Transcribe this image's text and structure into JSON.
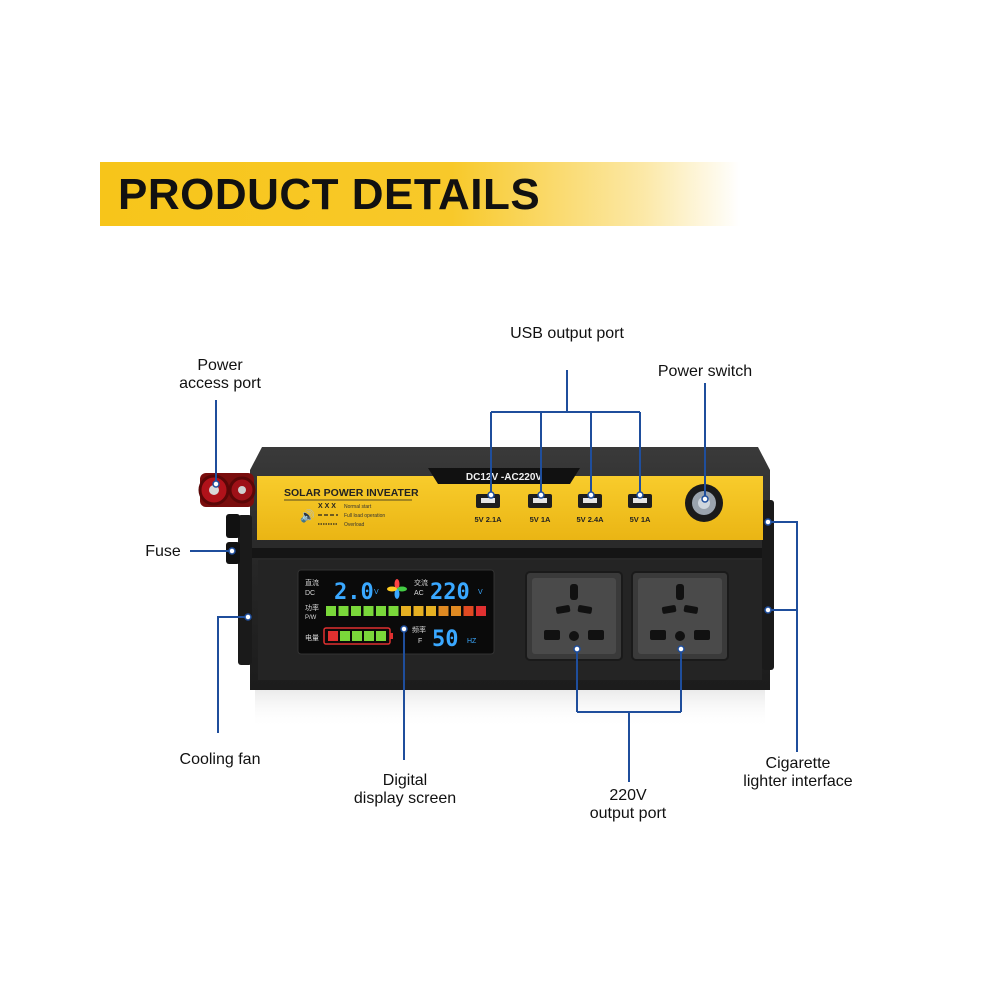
{
  "banner": {
    "title": "PRODUCT DETAILS"
  },
  "labels": {
    "usb_output_port": "USB output port",
    "power_access_port_line1": "Power",
    "power_access_port_line2": "access port",
    "power_switch": "Power switch",
    "fuse": "Fuse",
    "cooling_fan": "Cooling fan",
    "digital_display_line1": "Digital",
    "digital_display_line2": "display screen",
    "output_220v_line1": "220V",
    "output_220v_line2": "output port",
    "cigarette_line1": "Cigarette",
    "cigarette_line2": "lighter interface"
  },
  "device": {
    "model_plate": "DC12V -AC220V",
    "brand": "SOLAR POWER INVEATER",
    "legend_xxx": "X X X",
    "legend_normal": "Normal start",
    "legend_full": "Full load operation",
    "legend_overload": "Overload",
    "usb_ports": [
      "5V 2.1A",
      "5V 1A",
      "5V 2.4A",
      "5V 1A"
    ]
  },
  "display": {
    "dc_label_cn": "直流",
    "dc_label": "DC",
    "dc_value": "2.0",
    "dc_unit": "V",
    "ac_label_cn": "交流",
    "ac_label": "AC",
    "ac_value": "220",
    "ac_unit": "V",
    "power_label_cn": "功率",
    "power_label": "P/W",
    "battery_label_cn": "电量",
    "freq_label_cn": "频率",
    "freq_label": "F",
    "freq_value": "50",
    "freq_unit": "HZ"
  },
  "colors": {
    "accent_yellow": "#f5c11c",
    "leader_blue": "#1f4e9c",
    "body_dark": "#2b2b2b",
    "lcd_blue": "#3aa8ff"
  }
}
